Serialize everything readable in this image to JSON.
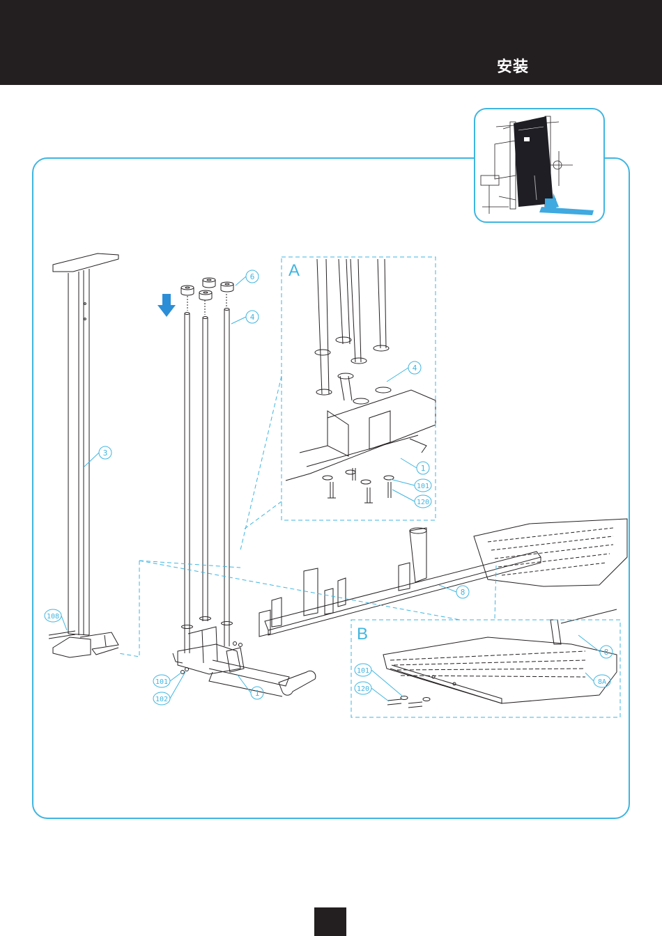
{
  "header": {
    "title": "安装"
  },
  "detail_labels": {
    "a": "A",
    "b": "B"
  },
  "callouts": {
    "c6": "6",
    "c4": "4",
    "c3": "3",
    "c108": "108",
    "c101": "101",
    "c102": "102",
    "c1": "1",
    "c8": "8",
    "a4": "4",
    "a1": "1",
    "a101": "101",
    "a120": "120",
    "b8": "8",
    "b8a": "8A",
    "b101": "101",
    "b120": "120"
  },
  "footer": {
    "page_number": ""
  },
  "colors": {
    "accent": "#3fb5e0",
    "header_bg": "#231f20",
    "line": "#231f20",
    "arrow": "#2c8ed6"
  }
}
